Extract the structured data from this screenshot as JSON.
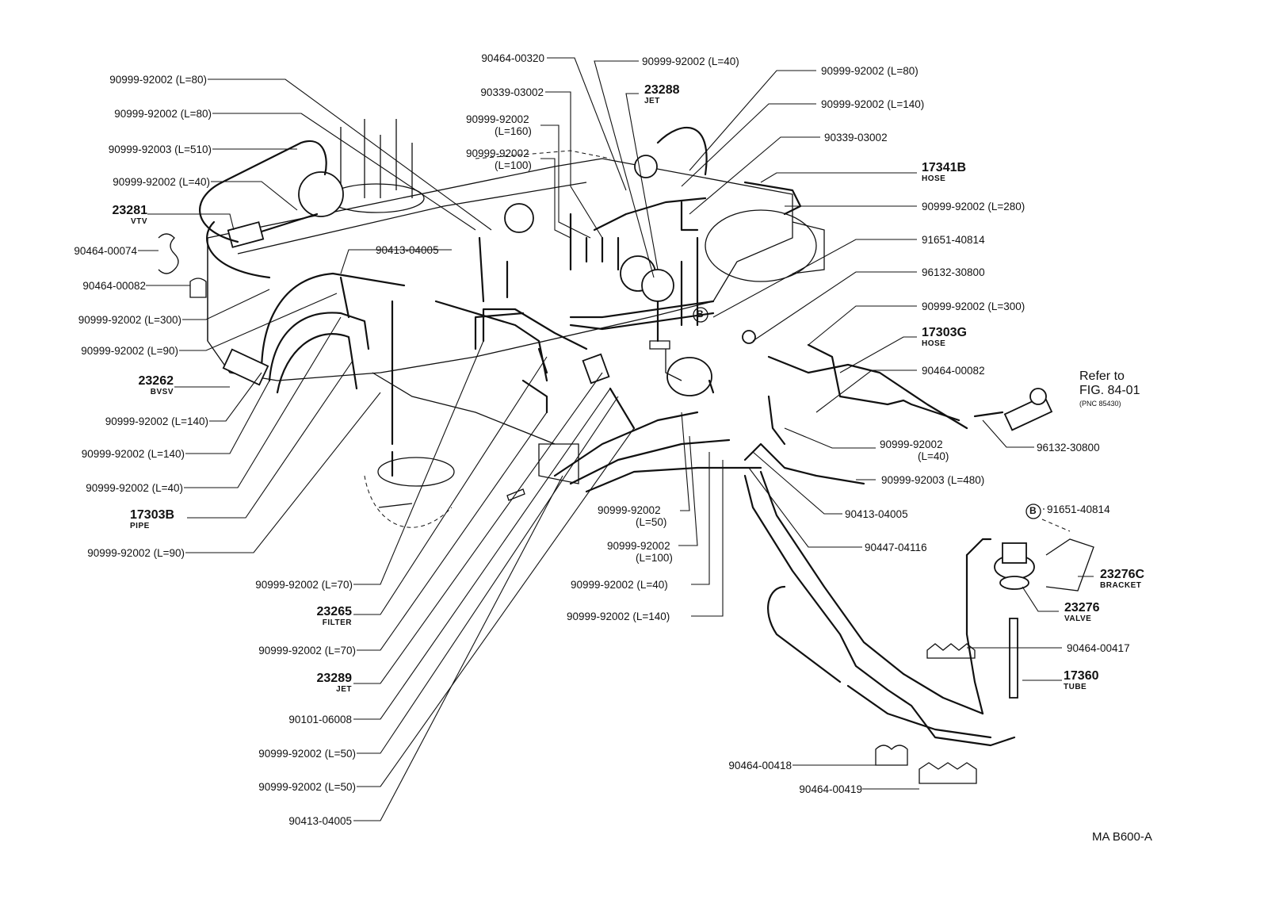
{
  "callouts": {
    "p90999_92002_L80_a": "90999-92002 (L=80)",
    "p90999_92002_L80_b": "90999-92002 (L=80)",
    "p90999_92003_L510": "90999-92003 (L=510)",
    "p90999_92002_L40_a": "90999-92002 (L=40)",
    "p23281": "23281",
    "p23281_name": "VTV",
    "p90464_00074": "90464-00074",
    "p90464_00082_a": "90464-00082",
    "p90999_92002_L300_a": "90999-92002 (L=300)",
    "p90999_92002_L90_a": "90999-92002 (L=90)",
    "p23262": "23262",
    "p23262_name": "BVSV",
    "p90999_92002_L140_a": "90999-92002 (L=140)",
    "p90999_92002_L140_b": "90999-92002 (L=140)",
    "p90999_92002_L40_b": "90999-92002 (L=40)",
    "p17303B": "17303B",
    "p17303B_name": "PIPE",
    "p90999_92002_L90_b": "90999-92002 (L=90)",
    "p90999_92002_L70_a": "90999-92002 (L=70)",
    "p23265": "23265",
    "p23265_name": "FILTER",
    "p90999_92002_L70_b": "90999-92002 (L=70)",
    "p23289": "23289",
    "p23289_name": "JET",
    "p90101_06008": "90101-06008",
    "p90999_92002_L50_a": "90999-92002 (L=50)",
    "p90999_92002_L50_b": "90999-92002 (L=50)",
    "p90413_04005_a": "90413-04005",
    "p90464_00320": "90464-00320",
    "p90339_03002_a": "90339-03002",
    "p90999_92002_L160": "90999-92002",
    "p90999_92002_L160_len": "(L=160)",
    "p90999_92002_L100_a": "90999-92002",
    "p90999_92002_L100_a_len": "(L=100)",
    "p90413_04005_b": "90413-04005",
    "p90999_92002_L40_c": "90999-92002 (L=40)",
    "p23288": "23288",
    "p23288_name": "JET",
    "p90999_92002_L80_c": "90999-92002 (L=80)",
    "p90999_92002_L140_c": "90999-92002 (L=140)",
    "p90339_03002_b": "90339-03002",
    "p17341B": "17341B",
    "p17341B_name": "HOSE",
    "p90999_92002_L280": "90999-92002 (L=280)",
    "p91651_40814_a": "91651-40814",
    "p96132_30800_a": "96132-30800",
    "p90999_92002_L300_b": "90999-92002 (L=300)",
    "p17303G": "17303G",
    "p17303G_name": "HOSE",
    "p90464_00082_b": "90464-00082",
    "refer_to": "Refer to",
    "refer_fig": "FIG. 84-01",
    "refer_pnc": "(PNC 85430)",
    "p96132_30800_b": "96132-30800",
    "p90999_92002_L40_d": "90999-92002",
    "p90999_92002_L40_d_len": "(L=40)",
    "p90999_92003_L480": "90999-92003 (L=480)",
    "p90413_04005_c": "90413-04005",
    "p91651_40814_b": "91651-40814",
    "p90447_04116": "90447-04116",
    "p23276C": "23276C",
    "p23276C_name": "BRACKET",
    "p23276": "23276",
    "p23276_name": "VALVE",
    "p90999_92002_L50_c": "90999-92002",
    "p90999_92002_L50_c_len": "(L=50)",
    "p90999_92002_L100_b": "90999-92002",
    "p90999_92002_L100_b_len": "(L=100)",
    "p90999_92002_L40_e": "90999-92002 (L=40)",
    "p90999_92002_L140_d": "90999-92002 (L=140)",
    "p90464_00417": "90464-00417",
    "p17360": "17360",
    "p17360_name": "TUBE",
    "p90464_00418": "90464-00418",
    "p90464_00419": "90464-00419",
    "marker_b": "B",
    "diagram_code": "MA B600-A"
  },
  "colors": {
    "ink": "#111111",
    "paper": "#ffffff"
  }
}
